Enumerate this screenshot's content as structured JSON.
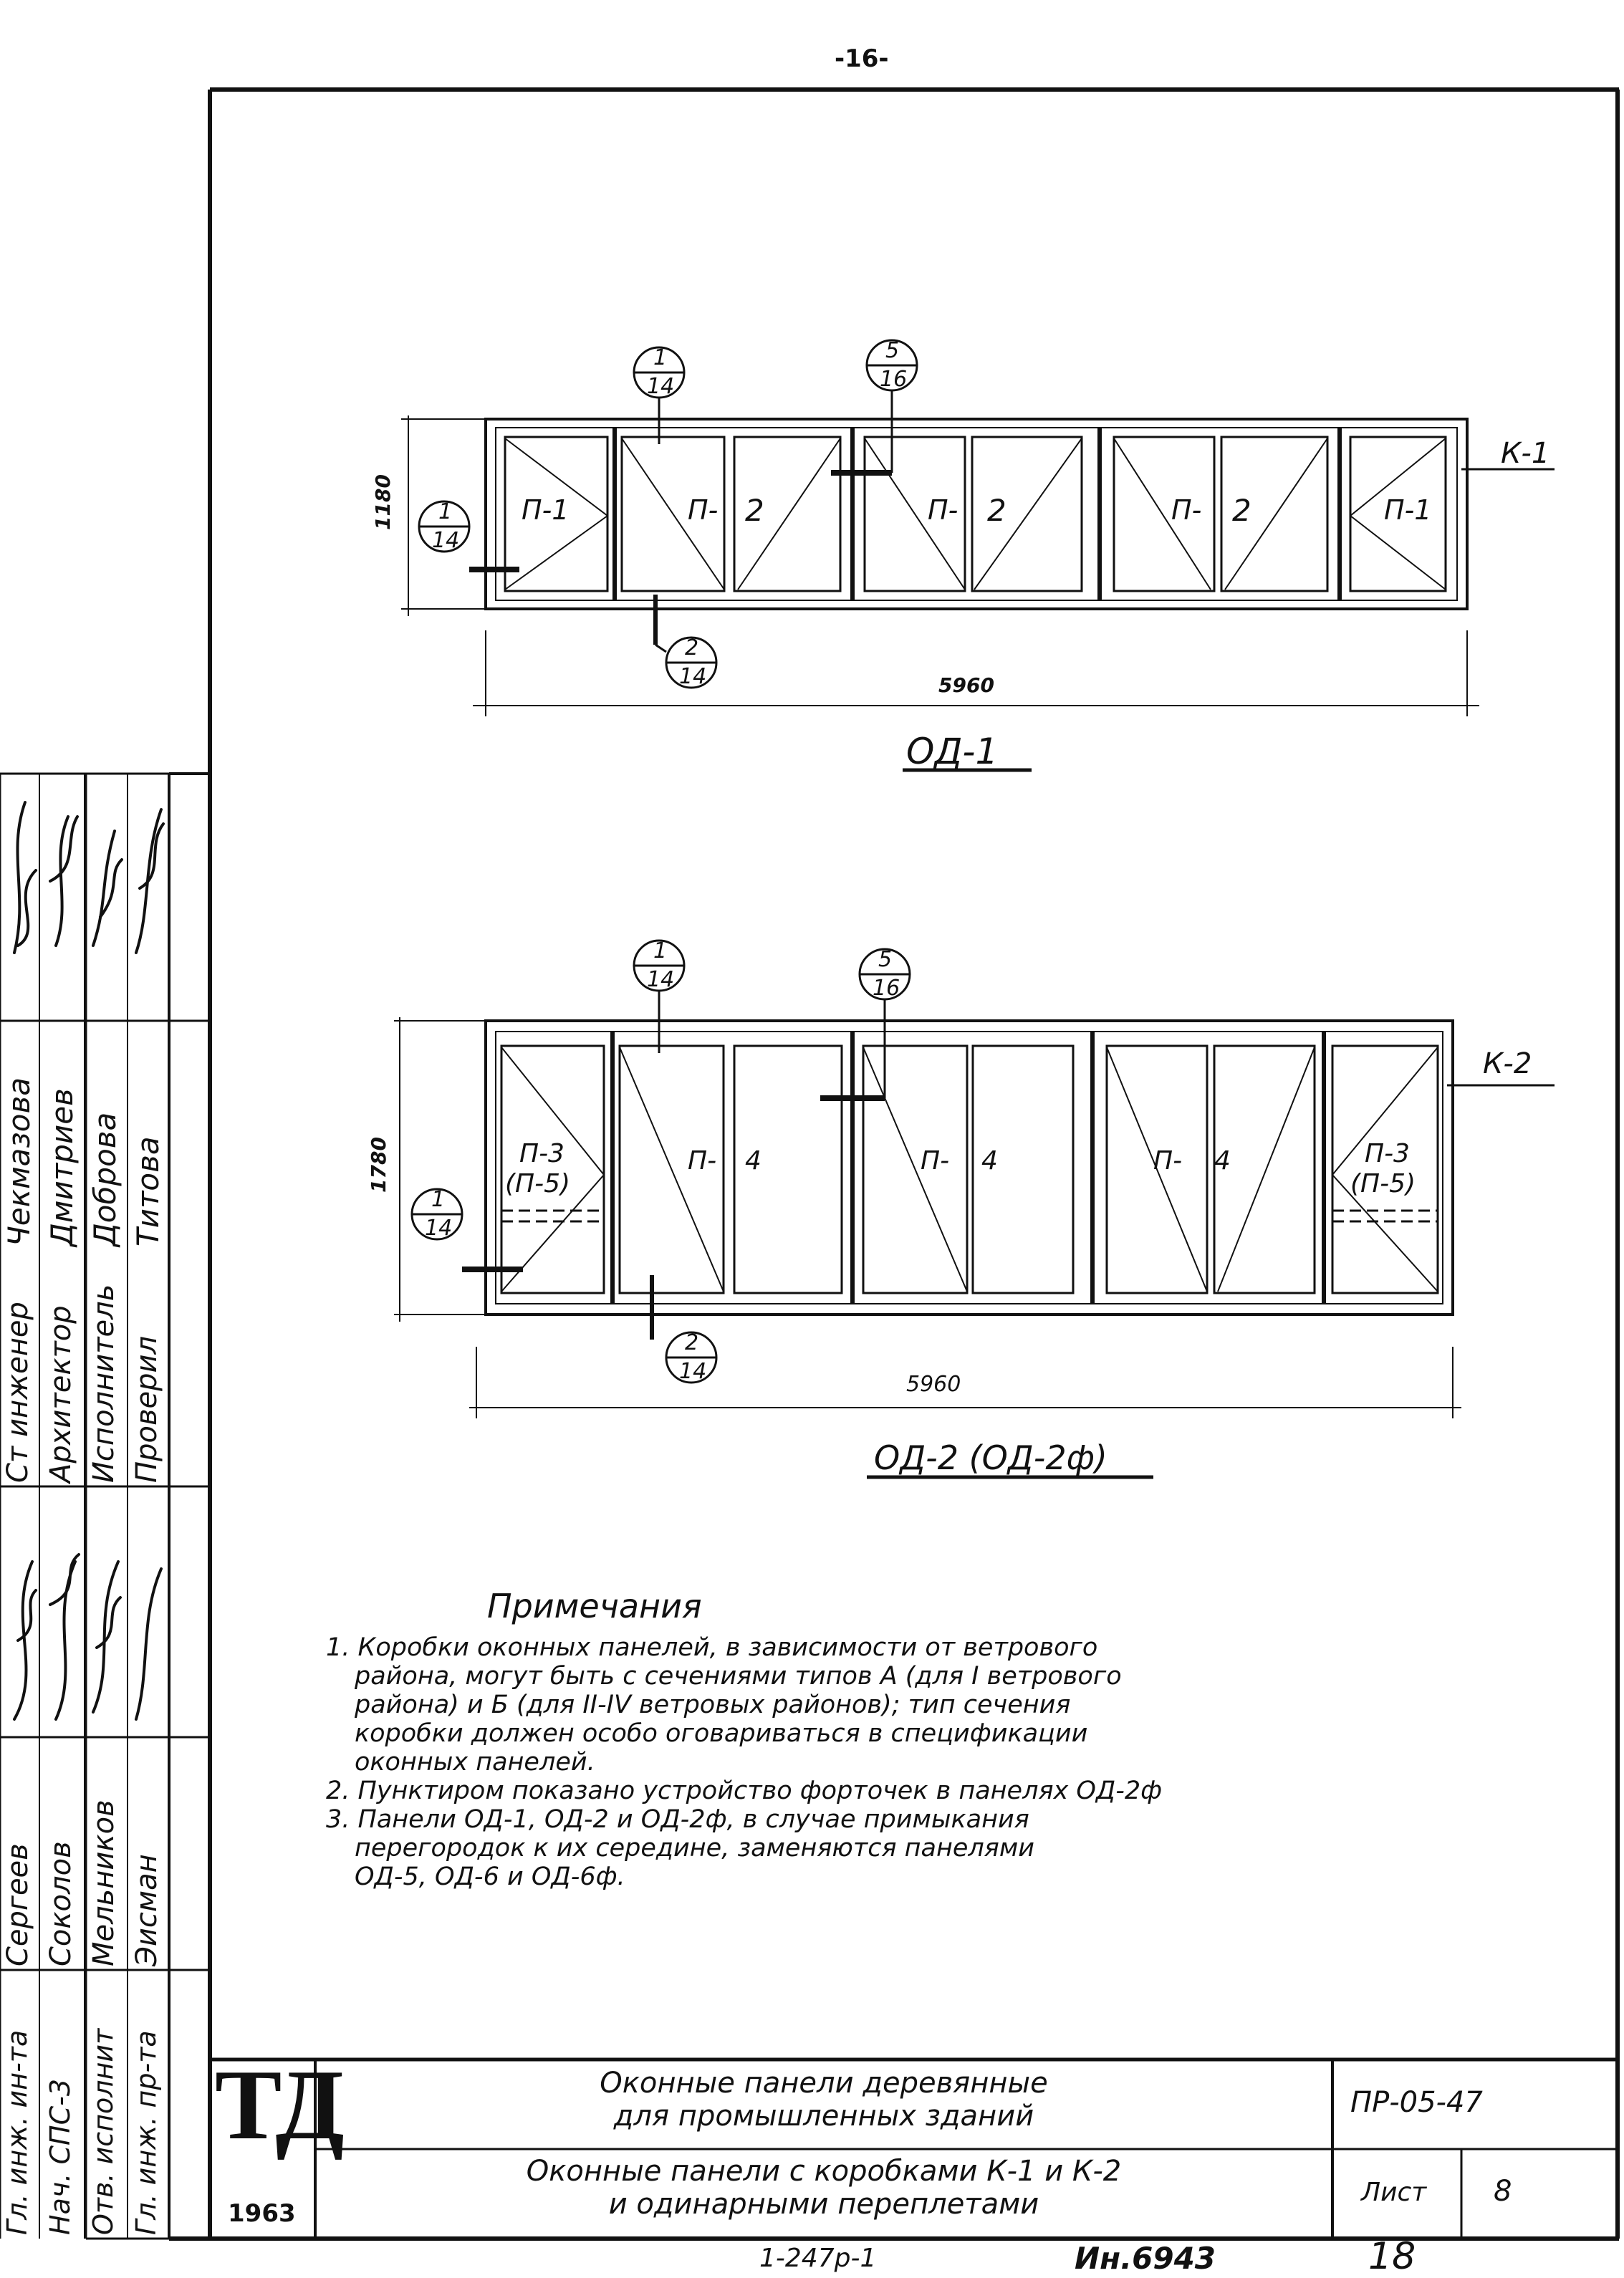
{
  "page_number": "-16-",
  "views": [
    {
      "title": "ОД-1",
      "width_dim": "5960",
      "height_dim": "1180",
      "box_label": "К-1",
      "panels": [
        "П-1",
        "П-",
        "2",
        "П-",
        "2",
        "П-",
        "2",
        "П-1"
      ],
      "markers": [
        {
          "top": "1",
          "bottom": "14"
        },
        {
          "top": "5",
          "bottom": "16"
        },
        {
          "top": "1",
          "bottom": "14"
        },
        {
          "top": "2",
          "bottom": "14"
        }
      ]
    },
    {
      "title": "ОД-2 (ОД-2ф)",
      "width_dim": "5960",
      "height_dim": "1780",
      "box_label": "К-2",
      "panels": [
        "П-3",
        "(П-5)",
        "П-",
        "4",
        "П-",
        "4",
        "П-",
        "4",
        "П-3",
        "(П-5)"
      ],
      "markers": [
        {
          "top": "1",
          "bottom": "14"
        },
        {
          "top": "5",
          "bottom": "16"
        },
        {
          "top": "1",
          "bottom": "14"
        },
        {
          "top": "2",
          "bottom": "14"
        }
      ]
    }
  ],
  "notes": {
    "heading": "Примечания",
    "lines": [
      "1. Коробки оконных панелей, в зависимости от ветрового",
      "района, могут быть с сечениями типов А (для I ветрового",
      "района) и Б (для II-IV ветровых районов); тип сечения",
      "коробки должен особо оговариваться в спецификации",
      "оконных панелей.",
      "2. Пунктиром показано устройство форточек в панелях ОД-2ф",
      "3. Панели ОД-1, ОД-2 и ОД-2ф, в случае примыкания",
      "перегородок к их середине, заменяются панелями",
      "ОД-5, ОД-6 и ОД-6ф."
    ]
  },
  "title_block": {
    "logo": "ТД",
    "year": "1963",
    "title_main_1": "Оконные панели деревянные",
    "title_main_2": "для промышленных зданий",
    "title_sub_1": "Оконные панели с коробками К-1 и К-2",
    "title_sub_2": "и одинарными переплетами",
    "doc_code": "ПР-05-47",
    "sheet_label": "Лист",
    "sheet_number": "8"
  },
  "side_stamp": {
    "positions_lower": [
      "Гл. инж. ин-та",
      "Нач. СПС-3",
      "Отв. исполнит",
      "Гл. инж. пр-та"
    ],
    "names_lower": [
      "Сергеев",
      "Соколов",
      "Мельников",
      "Эисман"
    ],
    "positions_upper": [
      "Ст инженер",
      "Архитектор",
      "Исполнитель",
      "Проверил"
    ],
    "names_upper": [
      "Чекмазова",
      "Дмитриев",
      "Доброва",
      "Титова"
    ]
  },
  "footer": {
    "series": "1-247р-1",
    "inv": "Ин.6943",
    "page": "18"
  }
}
